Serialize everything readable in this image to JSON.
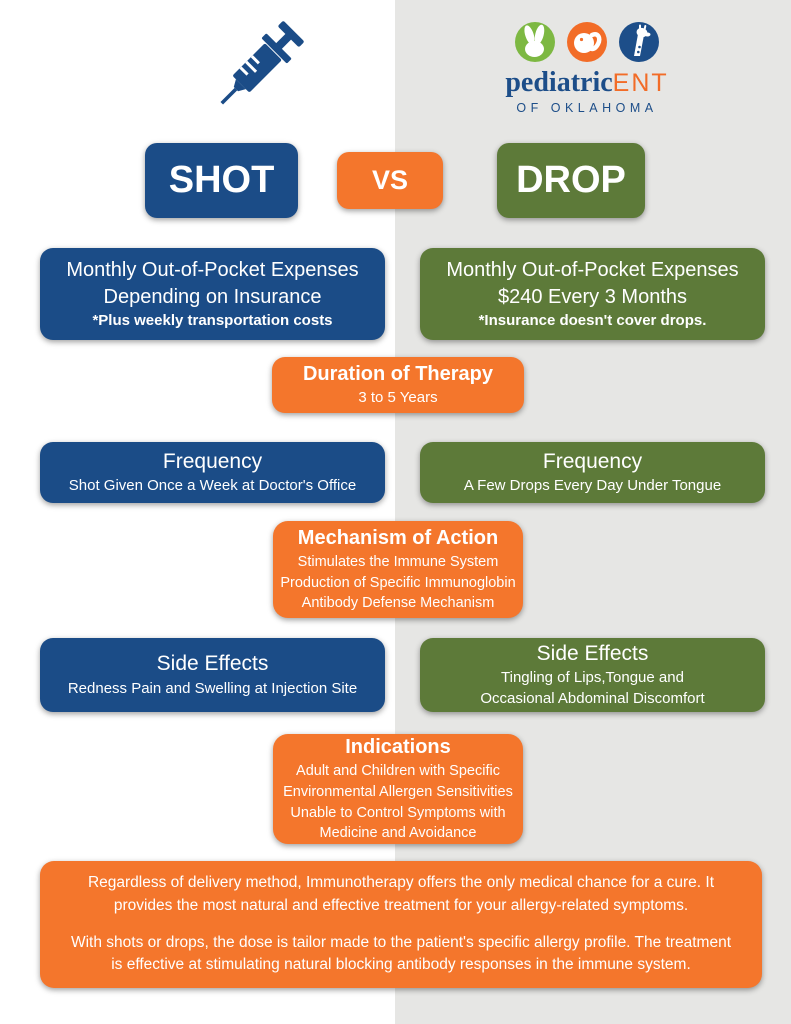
{
  "logo": {
    "name_part1": "pediatric",
    "name_part2": "ENT",
    "subtitle": "OF OKLAHOMA"
  },
  "header": {
    "left": "SHOT",
    "vs": "VS",
    "right": "DROP"
  },
  "comparison": {
    "cost": {
      "left": {
        "line1": "Monthly Out-of-Pocket Expenses",
        "line2": "Depending on Insurance",
        "note": "*Plus weekly transportation costs"
      },
      "right": {
        "line1": "Monthly Out-of-Pocket Expenses",
        "line2": "$240 Every 3 Months",
        "note": "*Insurance doesn't cover drops."
      }
    },
    "duration": {
      "title": "Duration of Therapy",
      "subtitle": "3 to 5 Years"
    },
    "frequency": {
      "left": {
        "title": "Frequency",
        "subtitle": "Shot Given Once a Week at Doctor's Office"
      },
      "right": {
        "title": "Frequency",
        "subtitle": "A Few Drops Every Day Under Tongue"
      }
    },
    "mechanism": {
      "title": "Mechanism of Action",
      "line1": "Stimulates the Immune System",
      "line2": "Production of Specific Immunoglobin",
      "line3": "Antibody Defense Mechanism"
    },
    "side_effects": {
      "left": {
        "title": "Side Effects",
        "subtitle": "Redness Pain and Swelling at Injection Site"
      },
      "right": {
        "title": "Side Effects",
        "line1": "Tingling of Lips,Tongue and",
        "line2": "Occasional Abdominal Discomfort"
      }
    },
    "indications": {
      "title": "Indications",
      "line1": "Adult and Children with Specific",
      "line2": "Environmental Allergen Sensitivities",
      "line3": "Unable to Control Symptoms with",
      "line4": "Medicine and Avoidance"
    },
    "footer": {
      "para1": "Regardless of delivery method, Immunotherapy offers the only medical chance for a cure.  It provides the most natural and effective treatment for your allergy-related symptoms.",
      "para2": "With shots or drops, the dose is tailor made to the patient's specific allergy profile. The treatment is effective at stimulating natural blocking antibody responses in the immune system."
    }
  },
  "colors": {
    "shot_blue": "#1b4c87",
    "drop_green": "#5d7a39",
    "accent_orange": "#f4762c",
    "logo_green": "#7db842",
    "logo_orange": "#f26c27",
    "logo_blue": "#1d4e89",
    "right_background": "#e6e6e4"
  }
}
